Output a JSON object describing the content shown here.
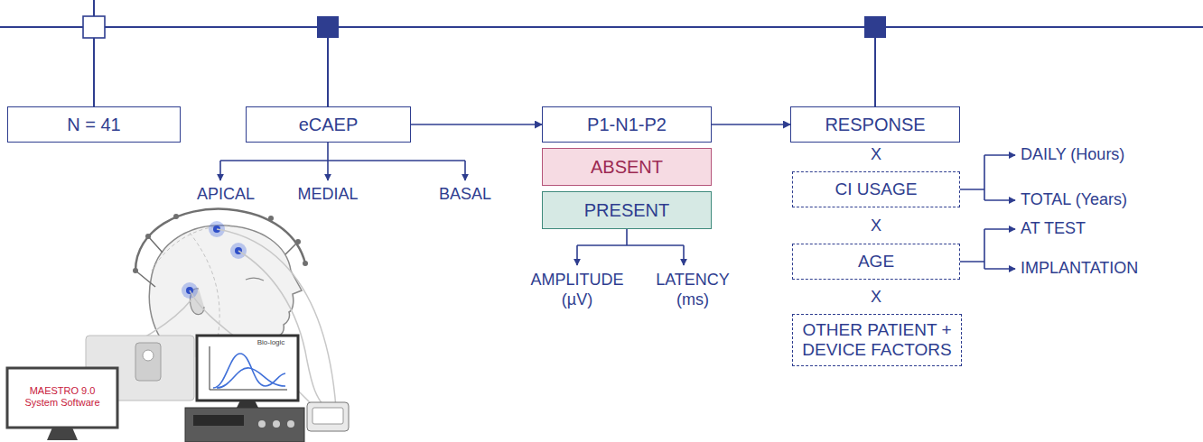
{
  "diagram": {
    "nodes": [
      {
        "text": [
          "N = 41"
        ]
      },
      {
        "text": [
          "eCAEP"
        ]
      },
      {
        "text": [
          "P1-N1-P2"
        ]
      },
      {
        "text": [
          "RESPONSE"
        ]
      },
      {
        "text": [
          "ABSENT"
        ]
      },
      {
        "text": [
          "PRESENT"
        ]
      },
      {
        "text": [
          "CI USAGE"
        ]
      },
      {
        "text": [
          "AGE"
        ]
      },
      {
        "text": [
          "OTHER PATIENT + DEVICE FACTORS"
        ]
      }
    ],
    "edges": [
      {
        "from": 1,
        "to": 2,
        "arrow": "to"
      },
      {
        "from": 2,
        "to": 3,
        "arrow": "to"
      }
    ],
    "labels": [
      "APICAL",
      "MEDIAL",
      "BASAL",
      "AMPLITUDE (µV)",
      "LATENCY (ms)",
      "X",
      "X",
      "X",
      "DAILY (Hours)",
      "TOTAL (Years)",
      "AT TEST",
      "IMPLANTATION",
      "MAESTRO 9.0 System Software",
      "Bio-logic"
    ]
  }
}
